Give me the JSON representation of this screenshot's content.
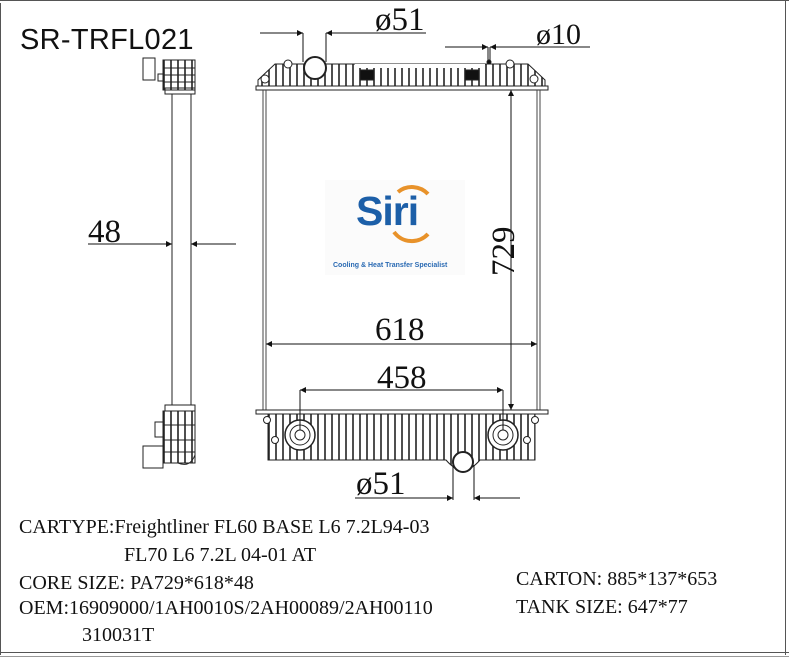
{
  "drawing": {
    "model_number": "SR-TRFL021",
    "dimensions": {
      "inlet_diameter": "ø51",
      "vent_diameter": "ø10",
      "core_thickness": "48",
      "core_height": "729",
      "core_width": "618",
      "outlet_spacing": "458",
      "outlet_diameter": "ø51"
    },
    "logo": {
      "brand": "Siri",
      "tagline": "Cooling & Heat Transfer Specialist",
      "colors": {
        "blue": "#1c5fa8",
        "orange": "#e8922a"
      }
    }
  },
  "specs": {
    "cartype_label": "CARTYPE:",
    "cartype_line1": "Freightliner FL60 BASE L6 7.2L94-03",
    "cartype_line2": "FL70 L6 7.2L 04-01 AT",
    "core_size_label": "CORE SIZE:",
    "core_size_value": "PA729*618*48",
    "oem_label": "OEM:",
    "oem_line1": "16909000/1AH0010S/2AH00089/2AH00110",
    "oem_line2": "310031T",
    "carton_label": "CARTON:",
    "carton_value": "885*137*653",
    "tank_size_label": "TANK SIZE:",
    "tank_size_value": "647*77"
  }
}
